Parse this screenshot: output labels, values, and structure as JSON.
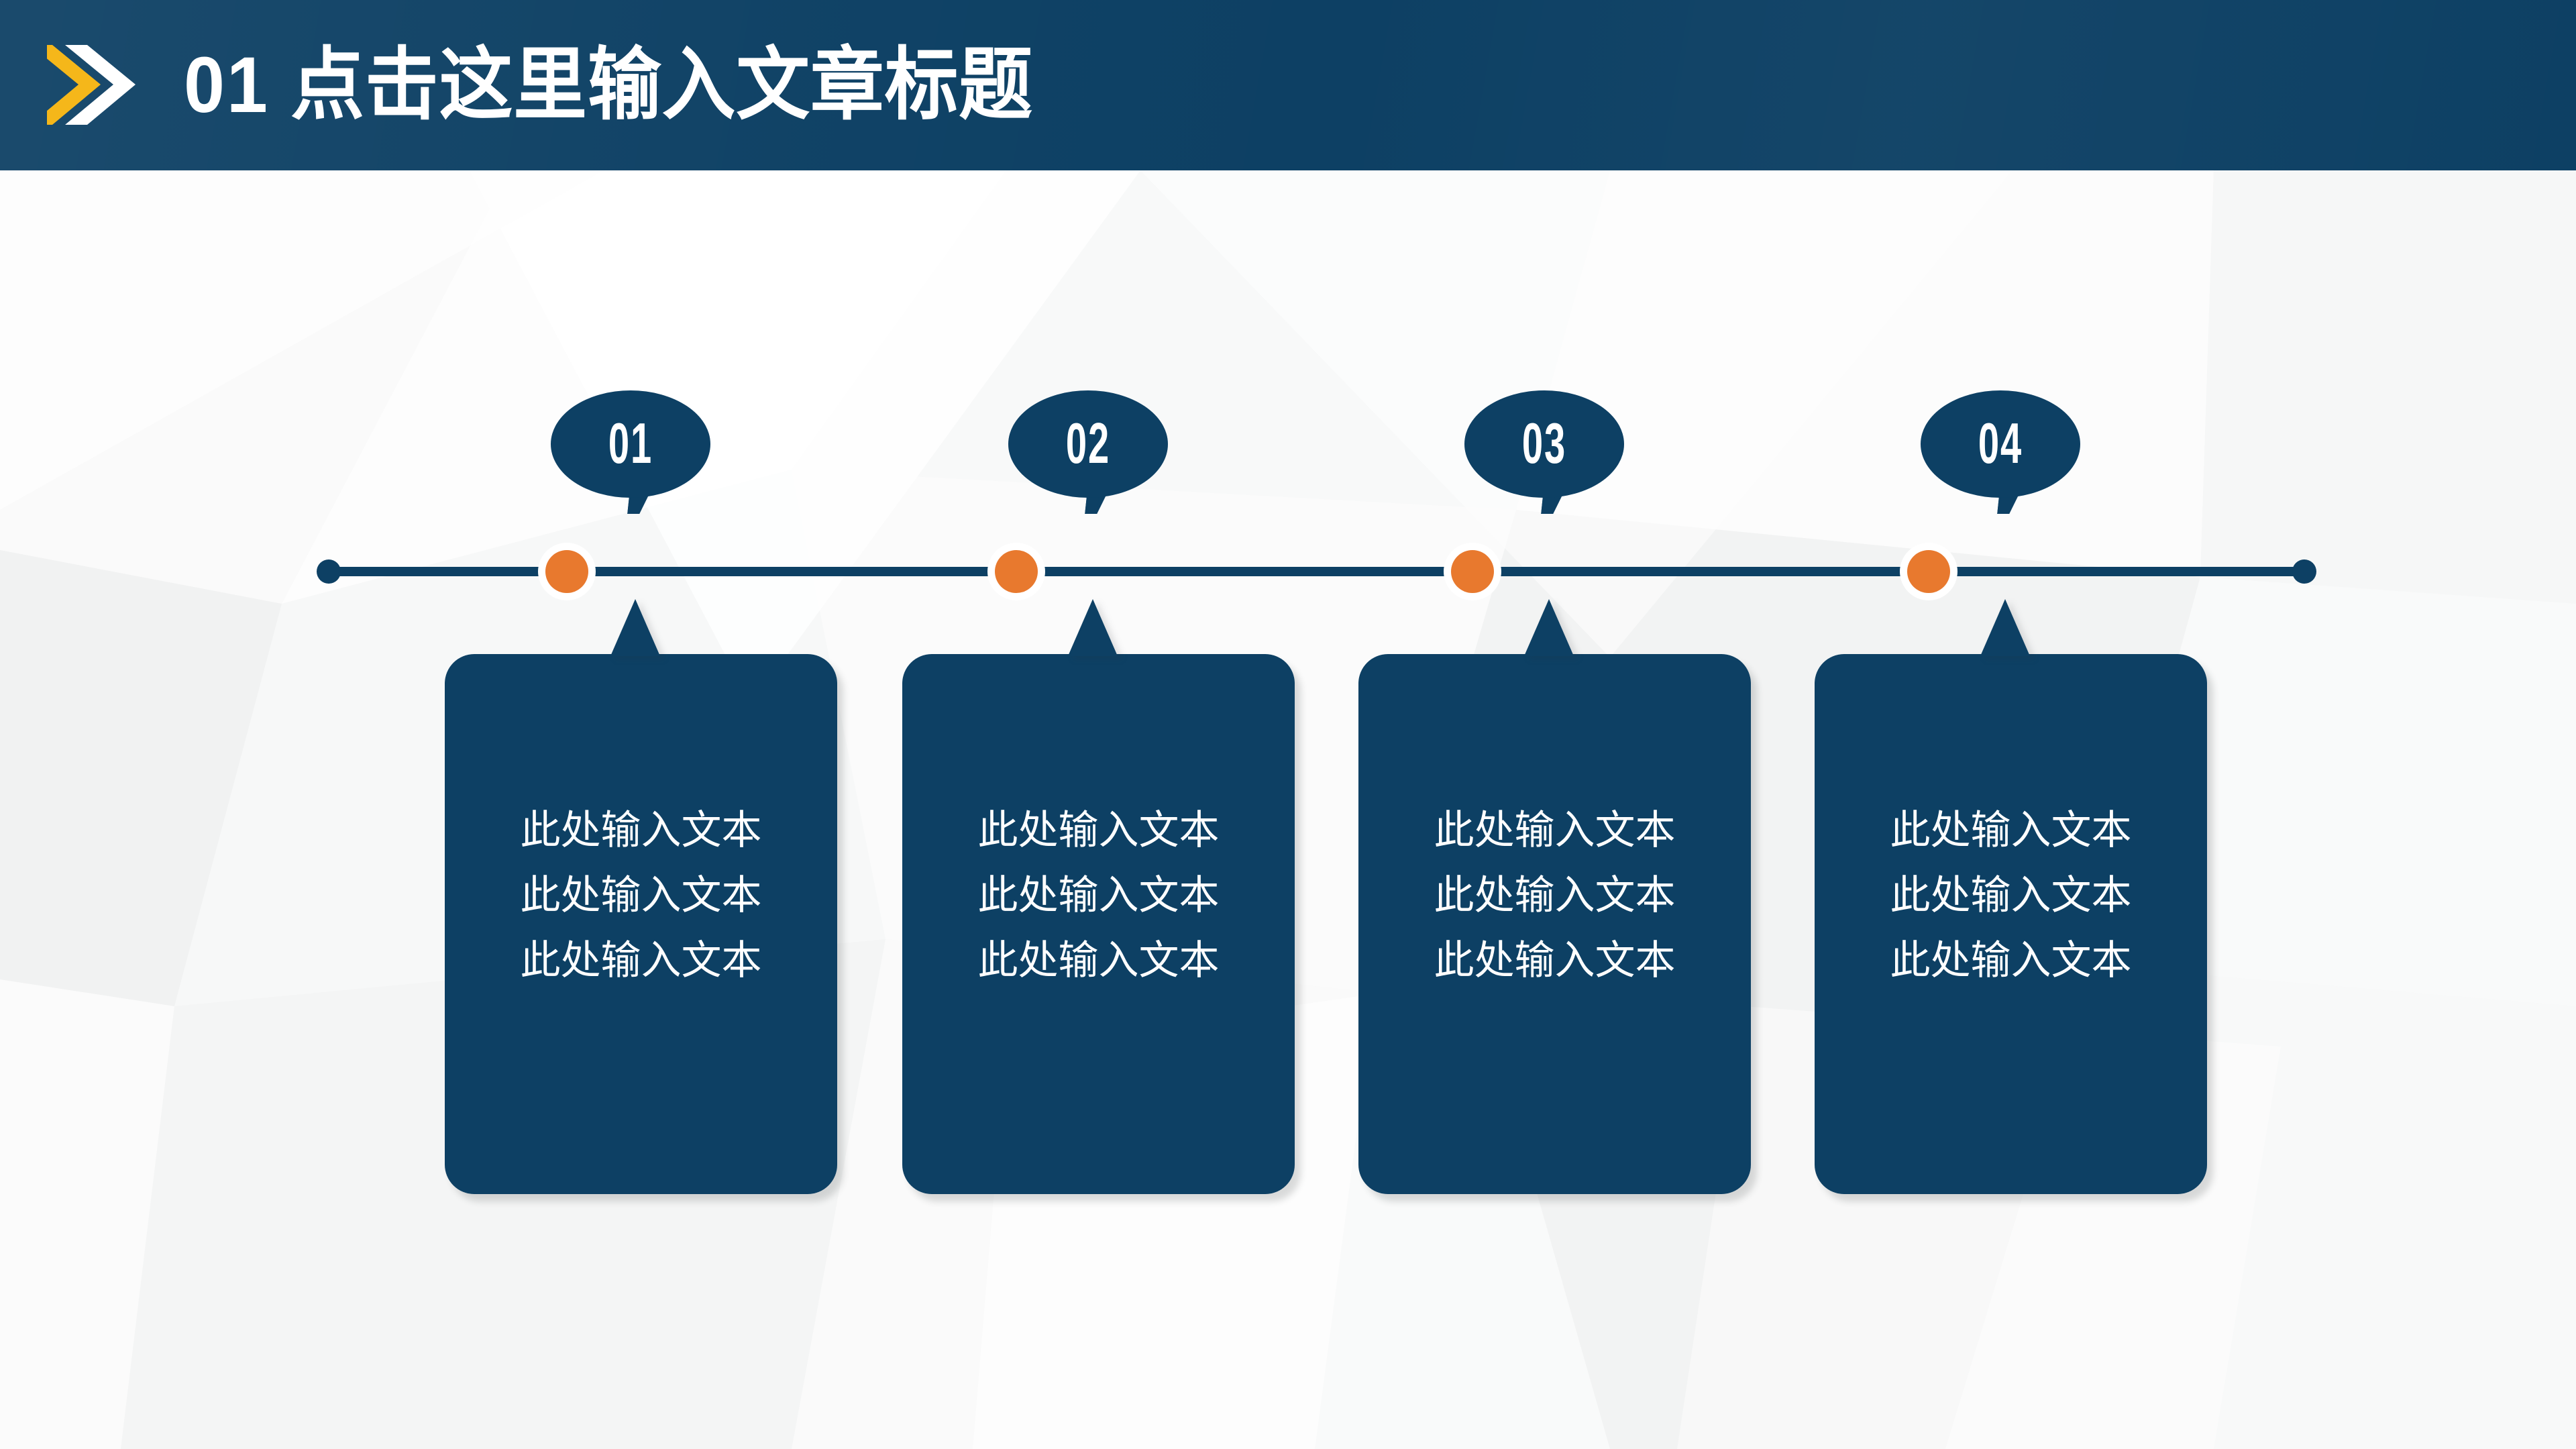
{
  "header": {
    "number": "01",
    "title": "点击这里输入文章标题",
    "icon_front": "chevron-right-icon",
    "icon_back": "chevron-right-icon",
    "bar_color": "#0d4064",
    "chevron_front_color": "#f5b71a",
    "chevron_back_color": "#ffffff",
    "title_color": "#ffffff"
  },
  "theme": {
    "primary": "#0d4064",
    "accent": "#e8792e",
    "highlight": "#f5b71a",
    "background": "#f5f6f6",
    "text_on_primary": "#ffffff"
  },
  "timeline": {
    "line_color": "#0d4064",
    "node_color": "#e8792e",
    "node_ring_color": "#ffffff",
    "endpoint_color": "#0d4064",
    "node_count": 4
  },
  "steps": [
    {
      "badge": "01",
      "lines": [
        "此处输入文本",
        "此处输入文本",
        "此处输入文本"
      ]
    },
    {
      "badge": "02",
      "lines": [
        "此处输入文本",
        "此处输入文本",
        "此处输入文本"
      ]
    },
    {
      "badge": "03",
      "lines": [
        "此处输入文本",
        "此处输入文本",
        "此处输入文本"
      ]
    },
    {
      "badge": "04",
      "lines": [
        "此处输入文本",
        "此处输入文本",
        "此处输入文本"
      ]
    }
  ]
}
